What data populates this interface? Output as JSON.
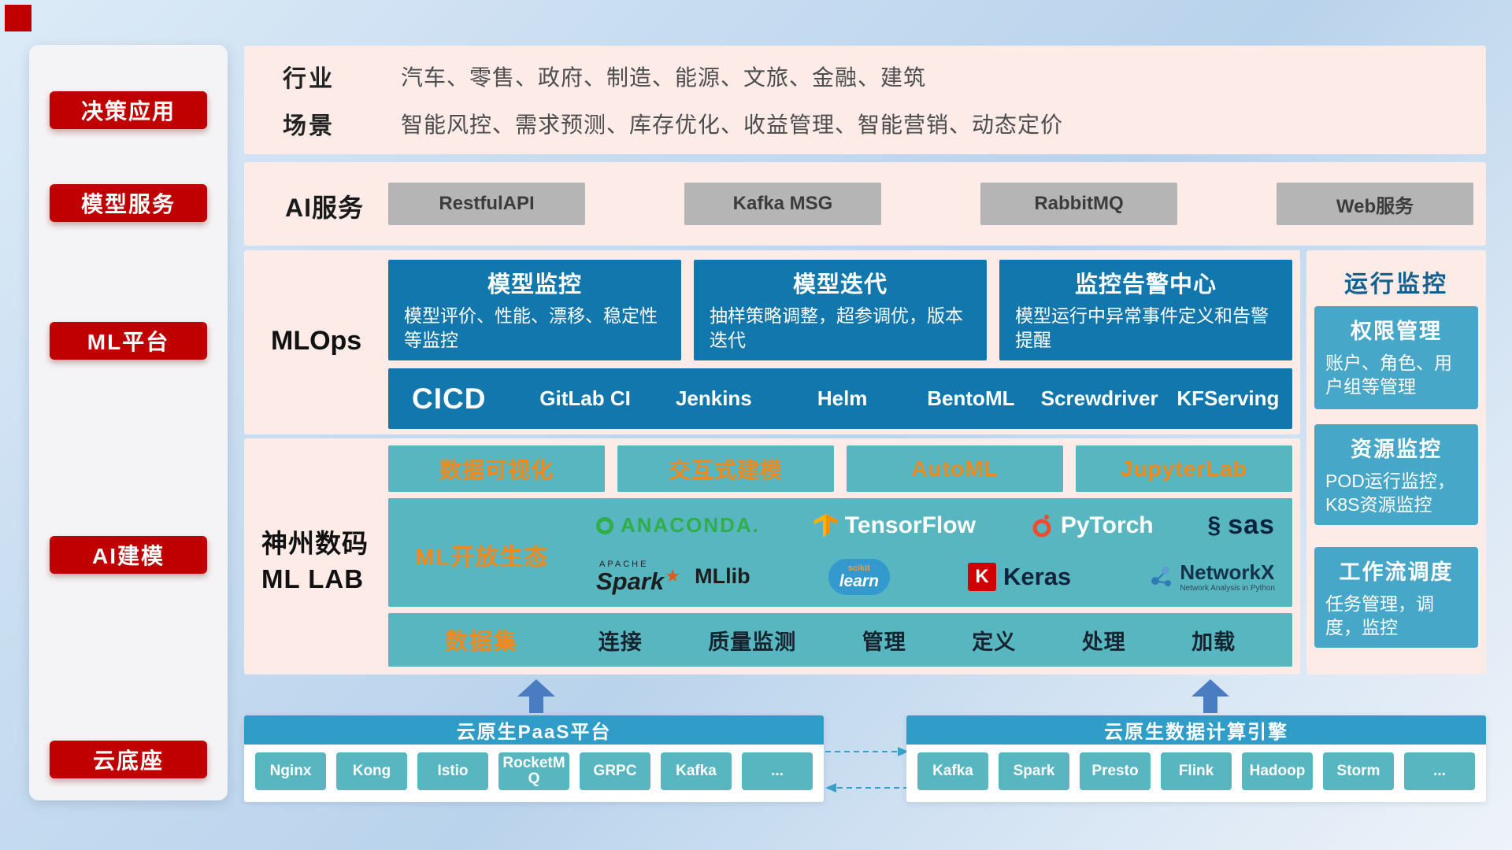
{
  "colors": {
    "accent_red": "#c00000",
    "panel_pink": "#fcebe7",
    "deep_blue": "#1177ad",
    "teal": "#57b6bf",
    "monitor_blue": "#47a7c9",
    "bar_blue": "#2f9dc7",
    "orange_accent": "#ef8a1e"
  },
  "sidebar": {
    "items": [
      {
        "label": "决策应用"
      },
      {
        "label": "模型服务"
      },
      {
        "label": "ML平台"
      },
      {
        "label": "AI建模"
      },
      {
        "label": "云底座"
      }
    ]
  },
  "industry": {
    "row1_label": "行业",
    "row1_value": "汽车、零售、政府、制造、能源、文旅、金融、建筑",
    "row2_label": "场景",
    "row2_value": "智能风控、需求预测、库存优化、收益管理、智能营销、动态定价"
  },
  "ai_service": {
    "label": "AI服务",
    "items": [
      "RestfulAPI",
      "Kafka MSG",
      "RabbitMQ",
      "Web服务"
    ]
  },
  "mlops": {
    "label": "MLOps",
    "cards": [
      {
        "title": "模型监控",
        "desc": "模型评价、性能、漂移、稳定性等监控"
      },
      {
        "title": "模型迭代",
        "desc": "抽样策略调整，超参调优，版本迭代"
      },
      {
        "title": "监控告警中心",
        "desc": "模型运行中异常事件定义和告警提醒"
      }
    ],
    "cicd_label": "CICD",
    "cicd_items": [
      "GitLab CI",
      "Jenkins",
      "Helm",
      "BentoML",
      "Screwdriver",
      "KFServing"
    ]
  },
  "mllab": {
    "label_line1": "神州数码",
    "label_line2": "ML LAB",
    "tools": [
      "数据可视化",
      "交互式建模",
      "AutoML",
      "JupyterLab"
    ],
    "eco_label": "ML开放生态",
    "logos": {
      "anaconda": "ANACONDA.",
      "tensorflow": "TensorFlow",
      "pytorch": "PyTorch",
      "sas": "sas",
      "sas_glyph": "§",
      "spark_apache": "APACHE",
      "spark": "Spark",
      "mllib": "MLlib",
      "sklearn_top": "scikit",
      "sklearn_main": "learn",
      "keras_letter": "K",
      "keras": "Keras",
      "networkx": "NetworkX",
      "networkx_sub": "Network Analysis in Python"
    },
    "dataset_label": "数据集",
    "dataset_items": [
      "连接",
      "质量监测",
      "管理",
      "定义",
      "处理",
      "加载"
    ]
  },
  "monitor": {
    "title": "运行监控",
    "cards": [
      {
        "title": "权限管理",
        "desc": "账户、角色、用户组等管理"
      },
      {
        "title": "资源监控",
        "desc": "POD运行监控，K8S资源监控"
      },
      {
        "title": "工作流调度",
        "desc": "任务管理，调度，监控"
      }
    ]
  },
  "cloud": {
    "paas_title": "云原生PaaS平台",
    "paas_items": [
      "Nginx",
      "Kong",
      "Istio",
      "RocketMQ",
      "GRPC",
      "Kafka",
      "..."
    ],
    "engine_title": "云原生数据计算引擎",
    "engine_items": [
      "Kafka",
      "Spark",
      "Presto",
      "Flink",
      "Hadoop",
      "Storm",
      "..."
    ]
  }
}
